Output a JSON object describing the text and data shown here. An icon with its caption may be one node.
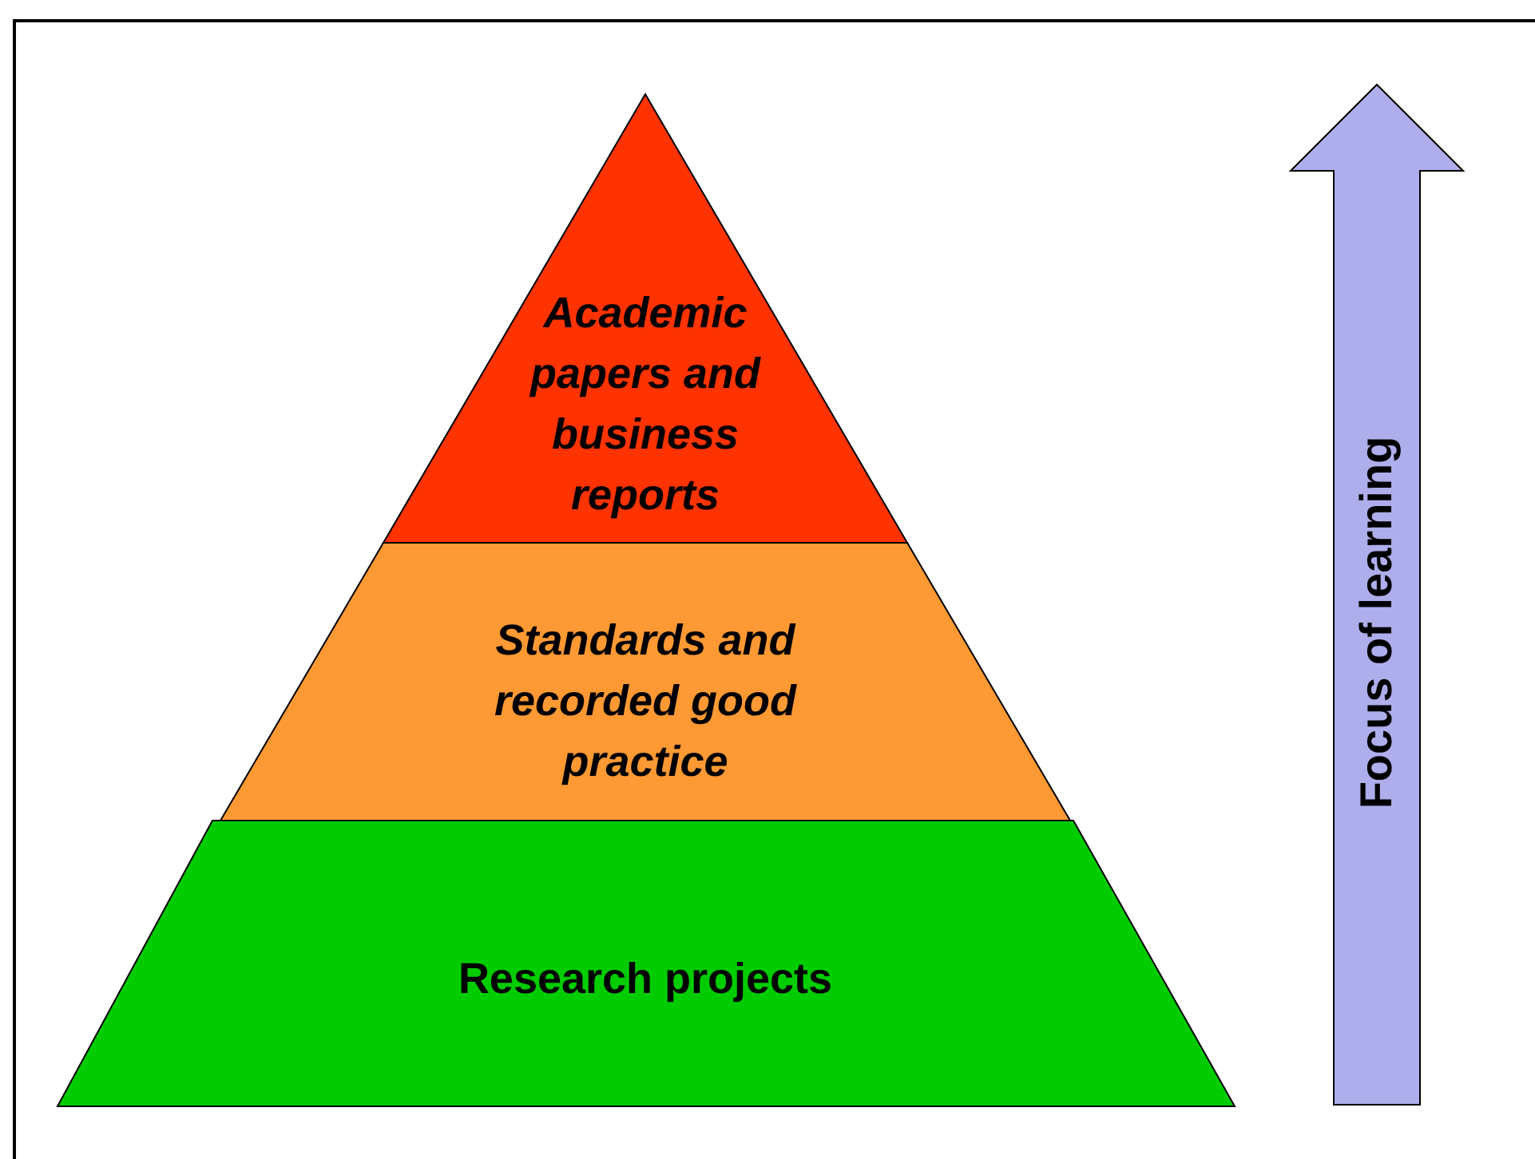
{
  "diagram": {
    "nodes": [
      {
        "text": [
          "Academic papers and business reports"
        ]
      },
      {
        "text": [
          "Standards and recorded good practice"
        ]
      },
      {
        "text": [
          "Research projects"
        ]
      },
      {
        "text": [
          "Focus of learning"
        ]
      }
    ]
  }
}
